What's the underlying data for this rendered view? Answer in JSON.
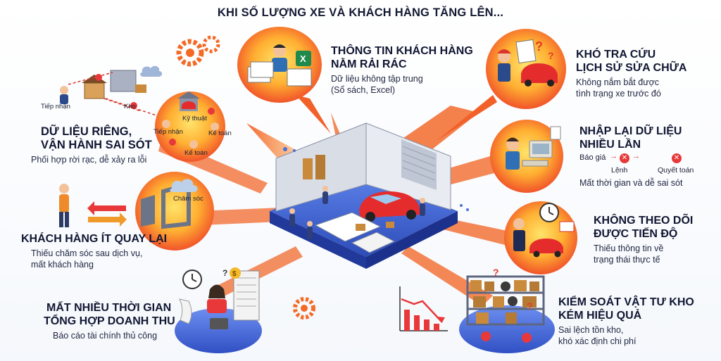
{
  "title": "KHI SỐ LƯỢNG XE VÀ KHÁCH HÀNG TĂNG LÊN...",
  "panels": {
    "scattered_info": {
      "title_1": "THÔNG TIN KHÁCH HÀNG",
      "title_2": "NẰM RẢI RÁC",
      "desc_1": "Dữ liệu không tập trung",
      "desc_2": "(Sổ sách, Excel)"
    },
    "repair_history": {
      "title_1": "KHÓ TRA CỨU",
      "title_2": "LỊCH SỬ SỬA CHỮA",
      "desc_1": "Không nắm bắt được",
      "desc_2": "tình trạng xe trước đó"
    },
    "reentry": {
      "title_1": "NHẬP LẠI DỮ LIỆU",
      "title_2": "NHIỀU LẦN",
      "flow_1": "Báo giá",
      "flow_2": "Lệnh",
      "flow_3": "Quyết toán",
      "desc_1": "Mất thời gian và dễ sai sót"
    },
    "progress": {
      "title_1": "KHÔNG THEO DÕI",
      "title_2": "ĐƯỢC TIẾN ĐỘ",
      "desc_1": "Thiếu thông tin về",
      "desc_2": "trạng thái thực tế"
    },
    "inventory": {
      "title_1": "KIỂM SOÁT VẬT TƯ KHO",
      "title_2": "KÉM HIỆU QUẢ",
      "desc_1": "Sai lệch tồn kho,",
      "desc_2": "khó xác định chi phí"
    },
    "separate_data": {
      "title_1": "DỮ LIỆU RIÊNG,",
      "title_2": "VẬN HÀNH SAI SÓT",
      "desc_1": "Phối hợp rời rạc, dễ xảy ra lỗi",
      "flow_reception": "Tiếp nhận",
      "flow_warehouse": "Kho",
      "roles": [
        "Kỹ thuật",
        "Tiếp nhận",
        "Kế toán",
        "Kế toán"
      ]
    },
    "customers": {
      "title_1": "KHÁCH HÀNG ÍT QUAY LẠI",
      "desc_1": "Thiếu chăm sóc sau dịch vụ,",
      "desc_2": "mất khách hàng",
      "cloud_label": "Chăm sóc"
    },
    "revenue": {
      "title_1": "MẤT NHIỀU THỜI GIAN",
      "title_2": "TỔNG HỢP DOANH THU",
      "desc_1": "Báo cáo tài chính thủ công"
    }
  },
  "colors": {
    "bubble_outer": "#f2612a",
    "bubble_inner": "#ffd24a",
    "platform": "#3a5fd0",
    "car": "#e52c2c",
    "error": "#e8383a"
  }
}
